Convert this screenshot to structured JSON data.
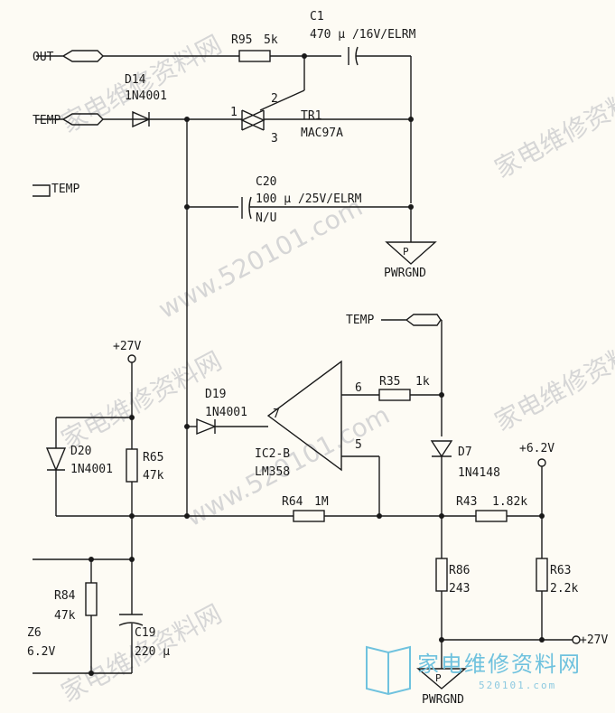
{
  "components": {
    "r95": {
      "ref": "R95",
      "value": "5k"
    },
    "c1": {
      "ref": "C1",
      "value": "470 μ /16V/ELRM"
    },
    "d14": {
      "ref": "D14",
      "value": "1N4001"
    },
    "tr1": {
      "ref": "TR1",
      "value": "MAC97A",
      "pin1": "1",
      "pin2": "2",
      "pin3": "3"
    },
    "c20": {
      "ref": "C20",
      "value": "100 μ /25V/ELRM",
      "extra": "N/U"
    },
    "d19": {
      "ref": "D19",
      "value": "1N4001"
    },
    "ic2": {
      "ref": "IC2-B",
      "value": "LM358",
      "pin5": "5",
      "pin6": "6",
      "pin7": "7"
    },
    "r35": {
      "ref": "R35",
      "value": "1k"
    },
    "d7": {
      "ref": "D7",
      "value": "1N4148"
    },
    "d20": {
      "ref": "D20",
      "value": "1N4001"
    },
    "r65": {
      "ref": "R65",
      "value": "47k"
    },
    "r64": {
      "ref": "R64",
      "value": "1M"
    },
    "r43": {
      "ref": "R43",
      "value": "1.82k"
    },
    "r86": {
      "ref": "R86",
      "value": "243"
    },
    "r63": {
      "ref": "R63",
      "value": "2.2k"
    },
    "r84": {
      "ref": "R84",
      "value": "47k"
    },
    "c19": {
      "ref": "C19",
      "value": "220 μ"
    },
    "z6": {
      "ref": "Z6",
      "value": "6.2V"
    }
  },
  "signals": {
    "out": "OUT",
    "temp1": "TEMP",
    "temp2": "TEMP",
    "temp3": "TEMP",
    "pwrgnd1": "PWRGND",
    "pwrgnd2": "PWRGND",
    "v27a": "+27V",
    "v27b": "+27V",
    "v62": "+6.2V",
    "gnd_p1": "P",
    "gnd_p2": "P"
  },
  "watermark": {
    "cn": "家电维修资料网",
    "url": "www.520101.com",
    "logo_cn": "家电维修资料网",
    "logo_url": "520101.com"
  }
}
